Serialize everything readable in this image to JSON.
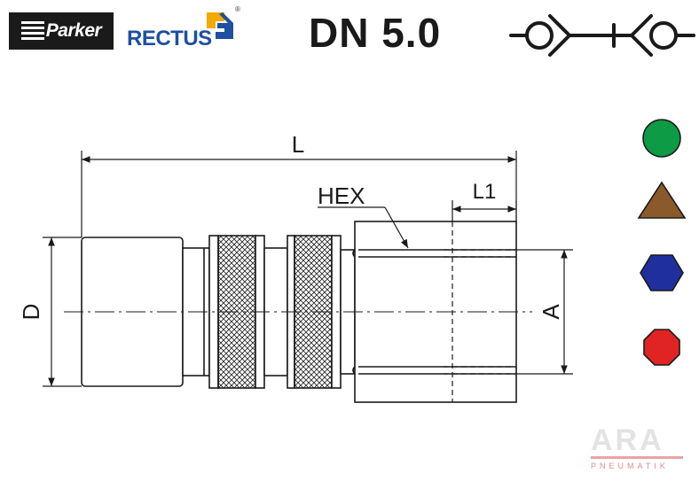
{
  "header": {
    "parker_logo_text": "Parker",
    "rectus_logo_text": "RECTUS",
    "registered_mark": "®",
    "title": "DN 5.0"
  },
  "dimensions": {
    "length": "L",
    "hex": "HEX",
    "thread_length": "L1",
    "diameter": "D",
    "thread": "A"
  },
  "material_symbols": [
    {
      "shape": "circle",
      "color": "#0d9b45"
    },
    {
      "shape": "triangle",
      "color": "#8a5a2b"
    },
    {
      "shape": "hexagon",
      "color": "#1f2f9e"
    },
    {
      "shape": "octagon",
      "color": "#e02424"
    }
  ],
  "footer": {
    "brand": "ARA",
    "brand_sub": "PNEUMATIK"
  }
}
